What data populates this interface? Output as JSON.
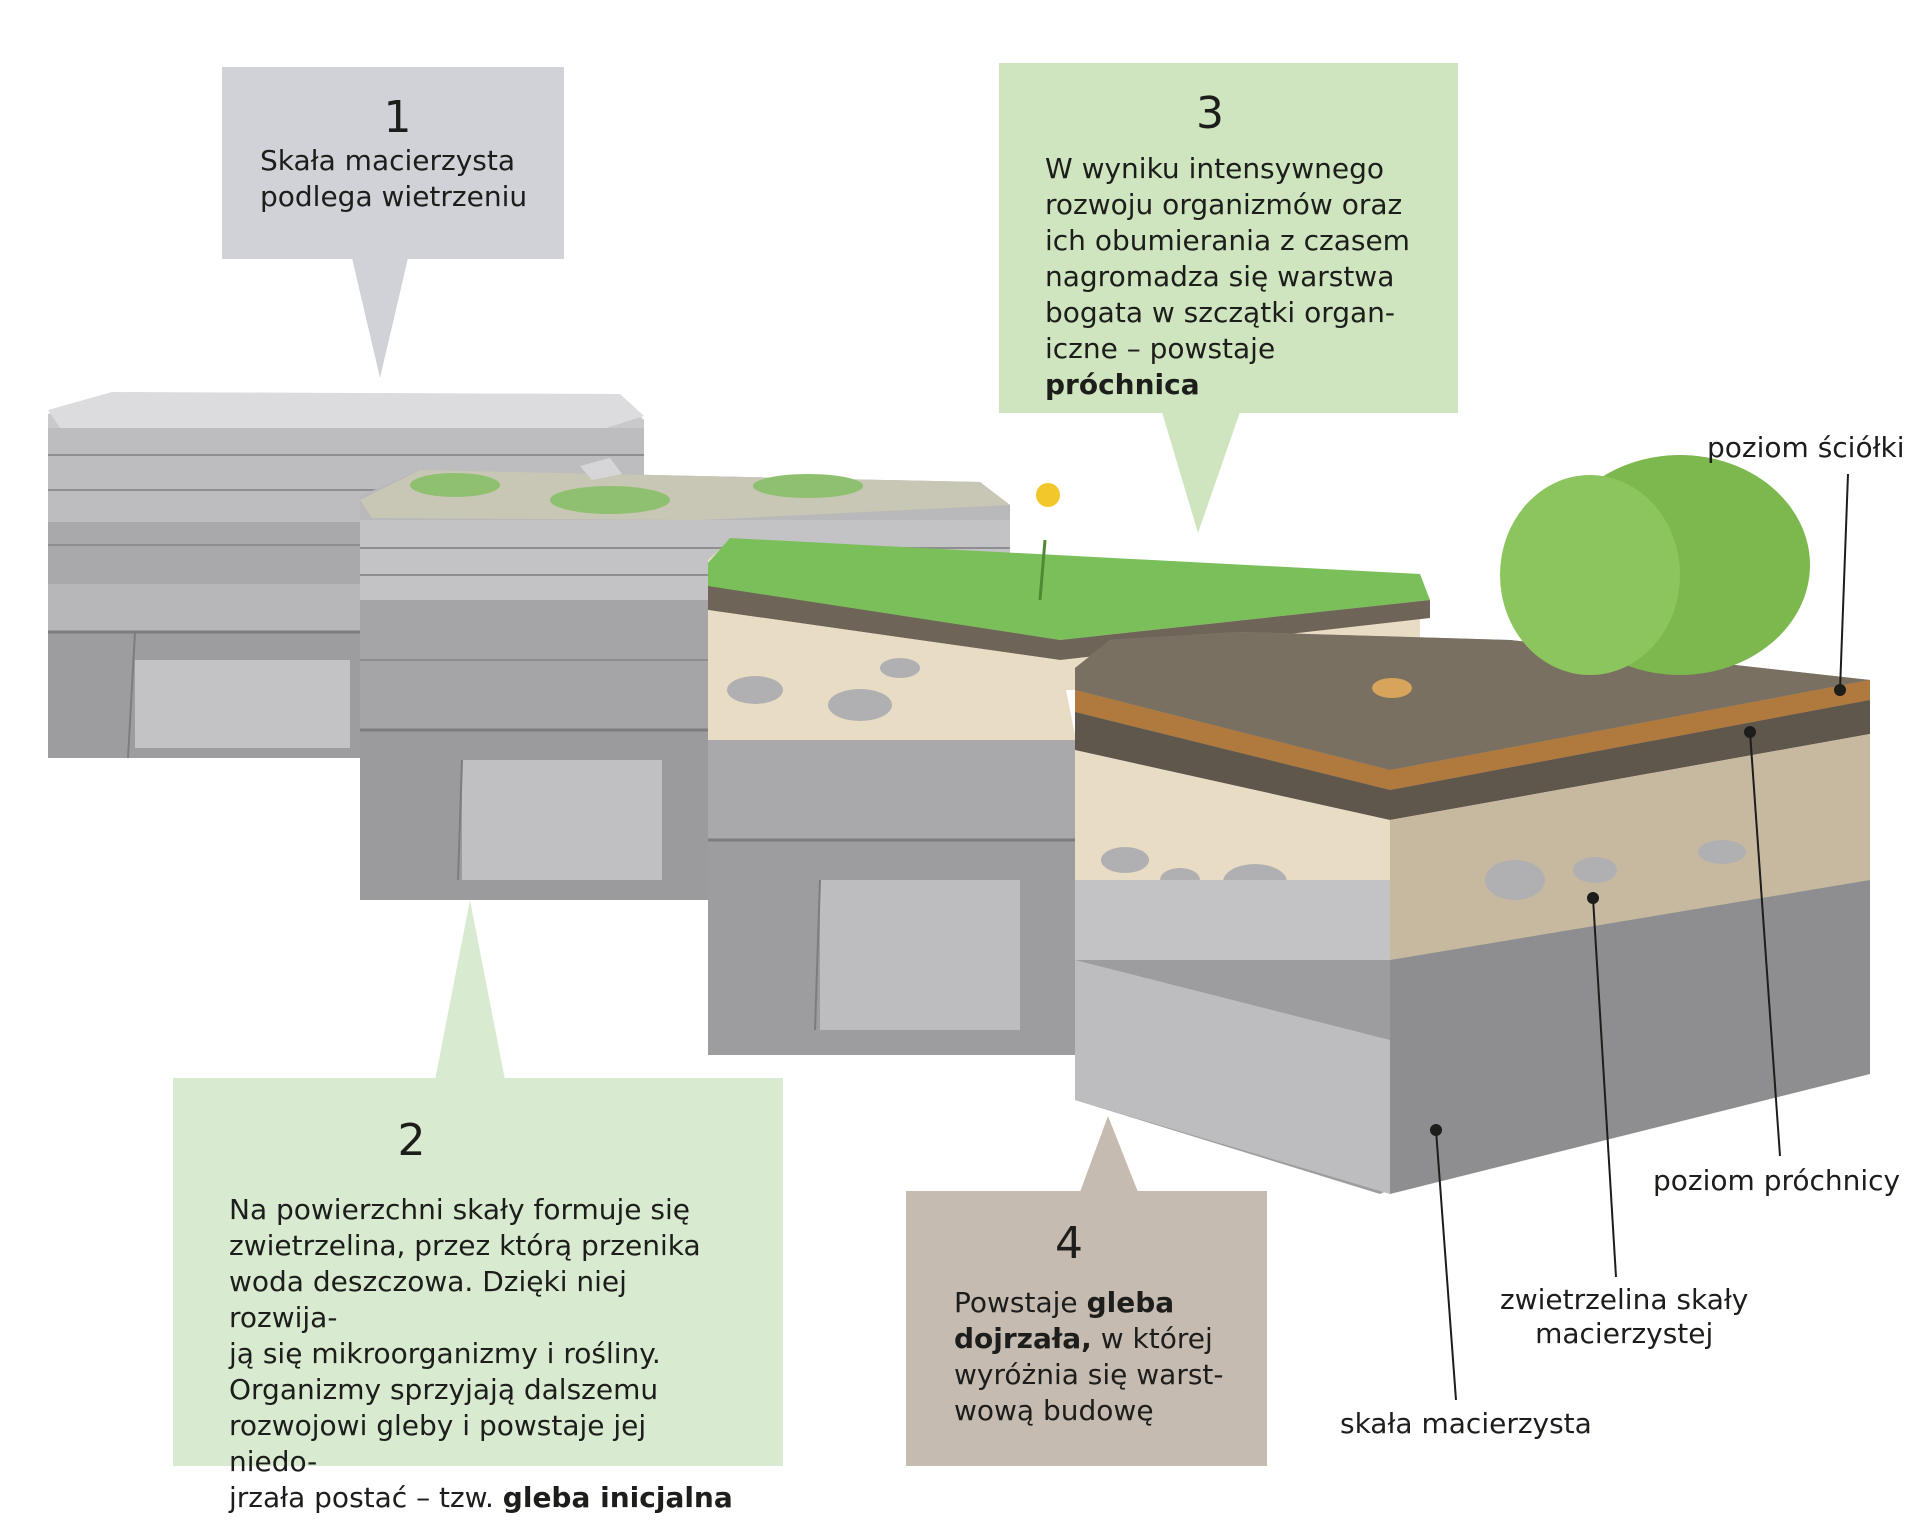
{
  "colors": {
    "callout_1": "#d0d2d8",
    "callout_2": "#d8eacf",
    "callout_3": "#cfe5bf",
    "callout_4": "#c6bbb1",
    "rock_light": "#c9c9cb",
    "rock_mid": "#a9a9ab",
    "rock_dark": "#8b8b8d",
    "regolith": "#e8dcc5",
    "humus": "#6e6458",
    "litter": "#b07a3e",
    "grass": "#7bbf5a",
    "bush": "#7cb84e"
  },
  "callouts": {
    "c1": {
      "number": "1",
      "line1": "Skała macierzysta",
      "line2": "podlega wietrzeniu"
    },
    "c2": {
      "number": "2",
      "lines": [
        "Na powierzchni skały formuje się",
        "zwietrzelina, przez którą przenika",
        "woda deszczowa. Dzięki niej rozwija-",
        "ją się mikroorganizmy i rośliny.",
        "Organizmy sprzyjają dalszemu",
        "rozwojowi gleby i powstaje jej niedo-"
      ],
      "last_text": "jrzała postać – tzw. ",
      "last_bold": "gleba inicjalna"
    },
    "c3": {
      "number": "3",
      "lines": [
        "W wyniku intensywnego",
        "rozwoju organizmów  oraz",
        "ich obumierania z czasem",
        "nagromadza się warstwa",
        "bogata w szczątki organ-"
      ],
      "last_text": "iczne – powstaje ",
      "last_bold": "próchnica"
    },
    "c4": {
      "number": "4",
      "l1_text": "Powstaje ",
      "l1_bold": "gleba",
      "l2_bold": "dojrzała,",
      "l2_text": " w której",
      "l3": "wyróżnia się warst-",
      "l4": "wową budowę"
    }
  },
  "labels": {
    "poziom_sciolki": "poziom ściółki",
    "poziom_prochnicy": "poziom próchnicy",
    "zwietrzelina_line1": "zwietrzelina skały",
    "zwietrzelina_line2": "macierzystej",
    "skala_macierzysta": "skała macierzysta"
  }
}
